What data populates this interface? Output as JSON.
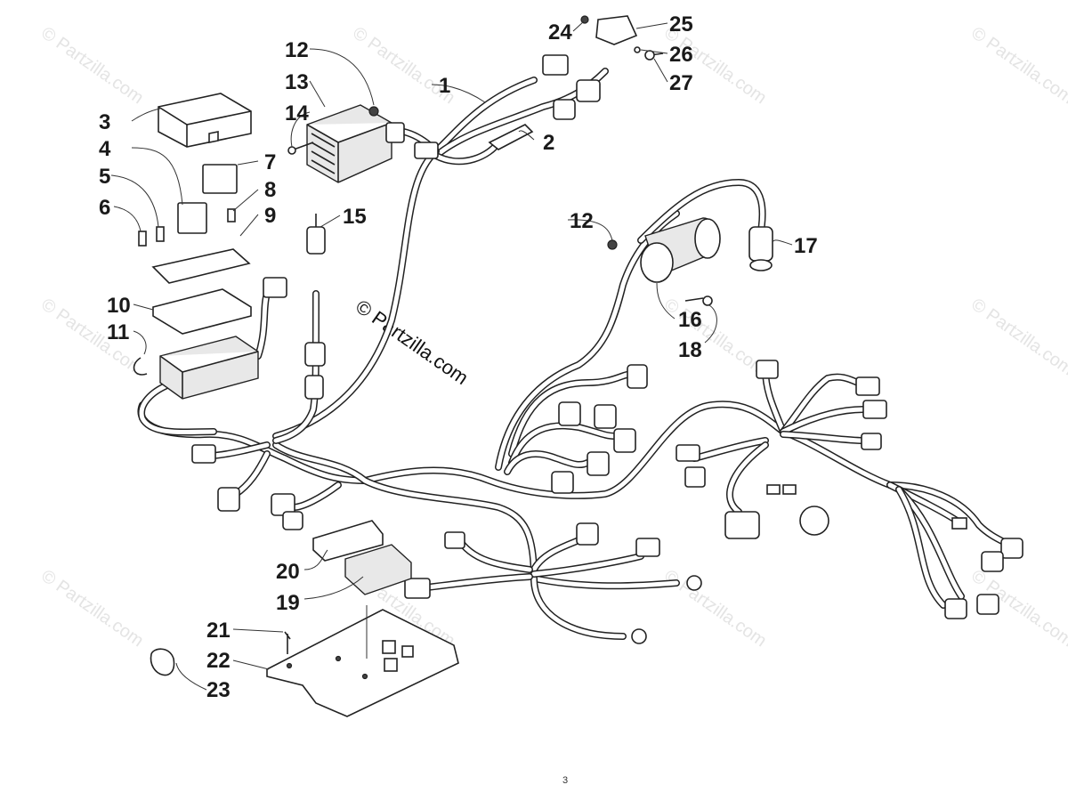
{
  "diagram": {
    "watermark": "© Partzilla.com",
    "footer_mark": "3",
    "callouts": [
      {
        "id": "c1",
        "label": "1"
      },
      {
        "id": "c2",
        "label": "2"
      },
      {
        "id": "c3",
        "label": "3"
      },
      {
        "id": "c4",
        "label": "4"
      },
      {
        "id": "c5",
        "label": "5"
      },
      {
        "id": "c6",
        "label": "6"
      },
      {
        "id": "c7",
        "label": "7"
      },
      {
        "id": "c8",
        "label": "8"
      },
      {
        "id": "c9",
        "label": "9"
      },
      {
        "id": "c10",
        "label": "10"
      },
      {
        "id": "c11",
        "label": "11"
      },
      {
        "id": "c12a",
        "label": "12"
      },
      {
        "id": "c12b",
        "label": "12"
      },
      {
        "id": "c13",
        "label": "13"
      },
      {
        "id": "c14",
        "label": "14"
      },
      {
        "id": "c15",
        "label": "15"
      },
      {
        "id": "c16",
        "label": "16"
      },
      {
        "id": "c17",
        "label": "17"
      },
      {
        "id": "c18",
        "label": "18"
      },
      {
        "id": "c19",
        "label": "19"
      },
      {
        "id": "c20",
        "label": "20"
      },
      {
        "id": "c21",
        "label": "21"
      },
      {
        "id": "c22",
        "label": "22"
      },
      {
        "id": "c23",
        "label": "23"
      },
      {
        "id": "c24",
        "label": "24"
      },
      {
        "id": "c25",
        "label": "25"
      },
      {
        "id": "c26",
        "label": "26"
      },
      {
        "id": "c27",
        "label": "27"
      }
    ]
  },
  "colors": {
    "ink": "#222222",
    "watermark": "#e4e4e4"
  }
}
